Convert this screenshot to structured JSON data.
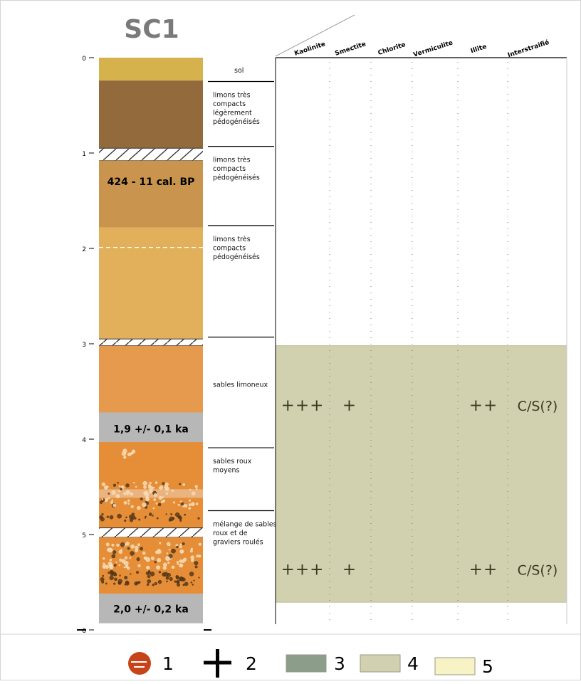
{
  "title": "SC1",
  "depth_scale": {
    "min": 0,
    "max": 6,
    "ticks": [
      "0",
      "1",
      "2",
      "3",
      "4",
      "5",
      "6"
    ]
  },
  "column": {
    "units": [
      {
        "top": 0.0,
        "bottom": 0.24,
        "color": "#D6B24C",
        "pattern": "plain"
      },
      {
        "top": 0.24,
        "bottom": 0.95,
        "color": "#936A3B",
        "pattern": "plain"
      },
      {
        "top": 0.95,
        "bottom": 1.08,
        "color": "#ffffff",
        "pattern": "hatch"
      },
      {
        "top": 1.08,
        "bottom": 1.78,
        "color": "#C9954E",
        "pattern": "plain"
      },
      {
        "top": 1.78,
        "bottom": 2.95,
        "color": "#E2B05A",
        "pattern": "plain"
      },
      {
        "top": 2.95,
        "bottom": 3.02,
        "color": "#ffffff",
        "pattern": "hatch"
      },
      {
        "top": 3.02,
        "bottom": 3.72,
        "color": "#E69A4E",
        "pattern": "plain"
      },
      {
        "top": 3.72,
        "bottom": 4.03,
        "color": "#B7B7B7",
        "pattern": "plain"
      },
      {
        "top": 4.03,
        "bottom": 4.93,
        "color": "#E58E37",
        "pattern": "gravel"
      },
      {
        "top": 4.93,
        "bottom": 5.03,
        "color": "#ffffff",
        "pattern": "hatch"
      },
      {
        "top": 5.03,
        "bottom": 5.62,
        "color": "#E58E37",
        "pattern": "gravel-dense"
      },
      {
        "top": 5.62,
        "bottom": 5.93,
        "color": "#B7B7B7",
        "pattern": "plain"
      }
    ],
    "dashed_boundary": 1.99,
    "ages": [
      {
        "text": "424 - 11 cal. BP",
        "depth": 1.3
      },
      {
        "text": "1,9 +/- 0,1 ka",
        "depth": 3.89
      },
      {
        "text": "2,0 +/- 0,2 ka",
        "depth": 5.78
      }
    ]
  },
  "descriptions": [
    {
      "lines": [
        "sol"
      ],
      "top": 0.0,
      "bottom": 0.25
    },
    {
      "lines": [
        "limons très",
        "compacts",
        "légèrement",
        "pédogénéisés"
      ],
      "top": 0.25,
      "bottom": 0.93
    },
    {
      "lines": [
        "limons très",
        "compacts",
        "pédogénéisés"
      ],
      "top": 0.93,
      "bottom": 1.76
    },
    {
      "lines": [
        "limons très",
        "compacts",
        "pédogénéisés"
      ],
      "top": 1.76,
      "bottom": 2.93
    },
    {
      "lines": [
        "sables limoneux"
      ],
      "top": 2.93,
      "bottom": 4.09
    },
    {
      "lines": [
        "sables roux",
        "moyens"
      ],
      "top": 4.09,
      "bottom": 4.75
    },
    {
      "lines": [
        "mélange de sables",
        "roux et de",
        "graviers roulés"
      ],
      "top": 4.75,
      "bottom": 5.93
    }
  ],
  "minerals": {
    "headers": [
      "Kaolinite",
      "Smectite",
      "Chlorite",
      "Vermiculite",
      "Illite",
      "Interstraifié"
    ],
    "zone": {
      "top": 3.02,
      "bottom": 5.71,
      "color": "#D1D1AF"
    },
    "rows": [
      {
        "depth": 3.65,
        "values": [
          "+++",
          "+",
          "",
          "",
          "++",
          "C/S(?)"
        ]
      },
      {
        "depth": 5.37,
        "values": [
          "+++",
          "+",
          "",
          "",
          "++",
          "C/S(?)"
        ]
      }
    ]
  },
  "legend": [
    {
      "label": "1",
      "symbol": "red-disc",
      "color": "#C7431A"
    },
    {
      "label": "2",
      "symbol": "cross",
      "color": "#000000"
    },
    {
      "label": "3",
      "symbol": "swatch",
      "color": "#8A9E8A"
    },
    {
      "label": "4",
      "symbol": "swatch",
      "color": "#D1D1AF"
    },
    {
      "label": "5",
      "symbol": "swatch",
      "color": "#F7F3C4"
    }
  ]
}
